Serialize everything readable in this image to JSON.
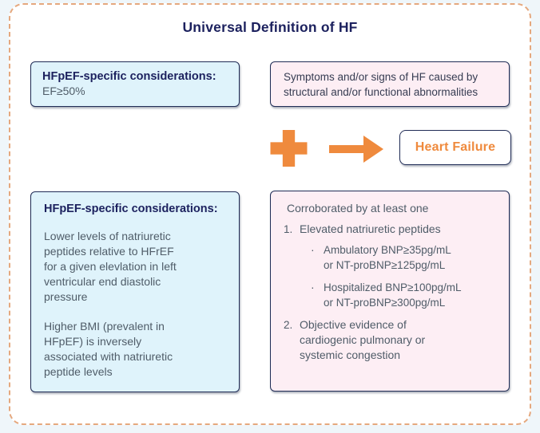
{
  "title": "Universal Definition of HF",
  "colors": {
    "page_bg": "#EFF6FA",
    "accent_orange": "#EF8A3D",
    "navy": "#1C215E",
    "blue_fill": "#DFF3FB",
    "pink_fill": "#FDEEF4",
    "box_border": "#202C56",
    "dash_border": "#E5A87E",
    "body_text": "#4F5C68",
    "pink_text": "#363C52"
  },
  "top_left_box": {
    "heading": "HFpEF-specific considerations:",
    "body": "EF≥50%"
  },
  "top_right_box": {
    "lines": [
      "Symptoms and/or signs of HF caused by",
      "structural and/or functional abnormalities"
    ]
  },
  "middle": {
    "plus_icon": "plus-icon",
    "arrow_icon": "arrow-right-icon",
    "result_label": "Heart Failure"
  },
  "bottom_left_box": {
    "heading": "HFpEF-specific considerations:",
    "paragraph1_lines": [
      "Lower levels of natriuretic",
      "peptides relative to HFrEF",
      "for a given elevlation in left",
      "ventricular end diastolic",
      "pressure"
    ],
    "paragraph2_lines": [
      "Higher BMI (prevalent in",
      "HFpEF) is inversely",
      "associated with natriuretic",
      "peptide levels"
    ]
  },
  "bottom_right_box": {
    "intro": "Corroborated by at least one",
    "bullet_char": "·",
    "items": [
      {
        "number": "1.",
        "text": "Elevated natriuretic peptides",
        "subitems": [
          {
            "lines": [
              "Ambulatory BNP≥35pg/mL",
              "or NT-proBNP≥125pg/mL"
            ]
          },
          {
            "lines": [
              "Hospitalized BNP≥100pg/mL",
              "or NT-proBNP≥300pg/mL"
            ]
          }
        ]
      },
      {
        "number": "2.",
        "lines": [
          "Objective evidence of",
          "cardiogenic pulmonary or",
          "systemic congestion"
        ]
      }
    ]
  }
}
